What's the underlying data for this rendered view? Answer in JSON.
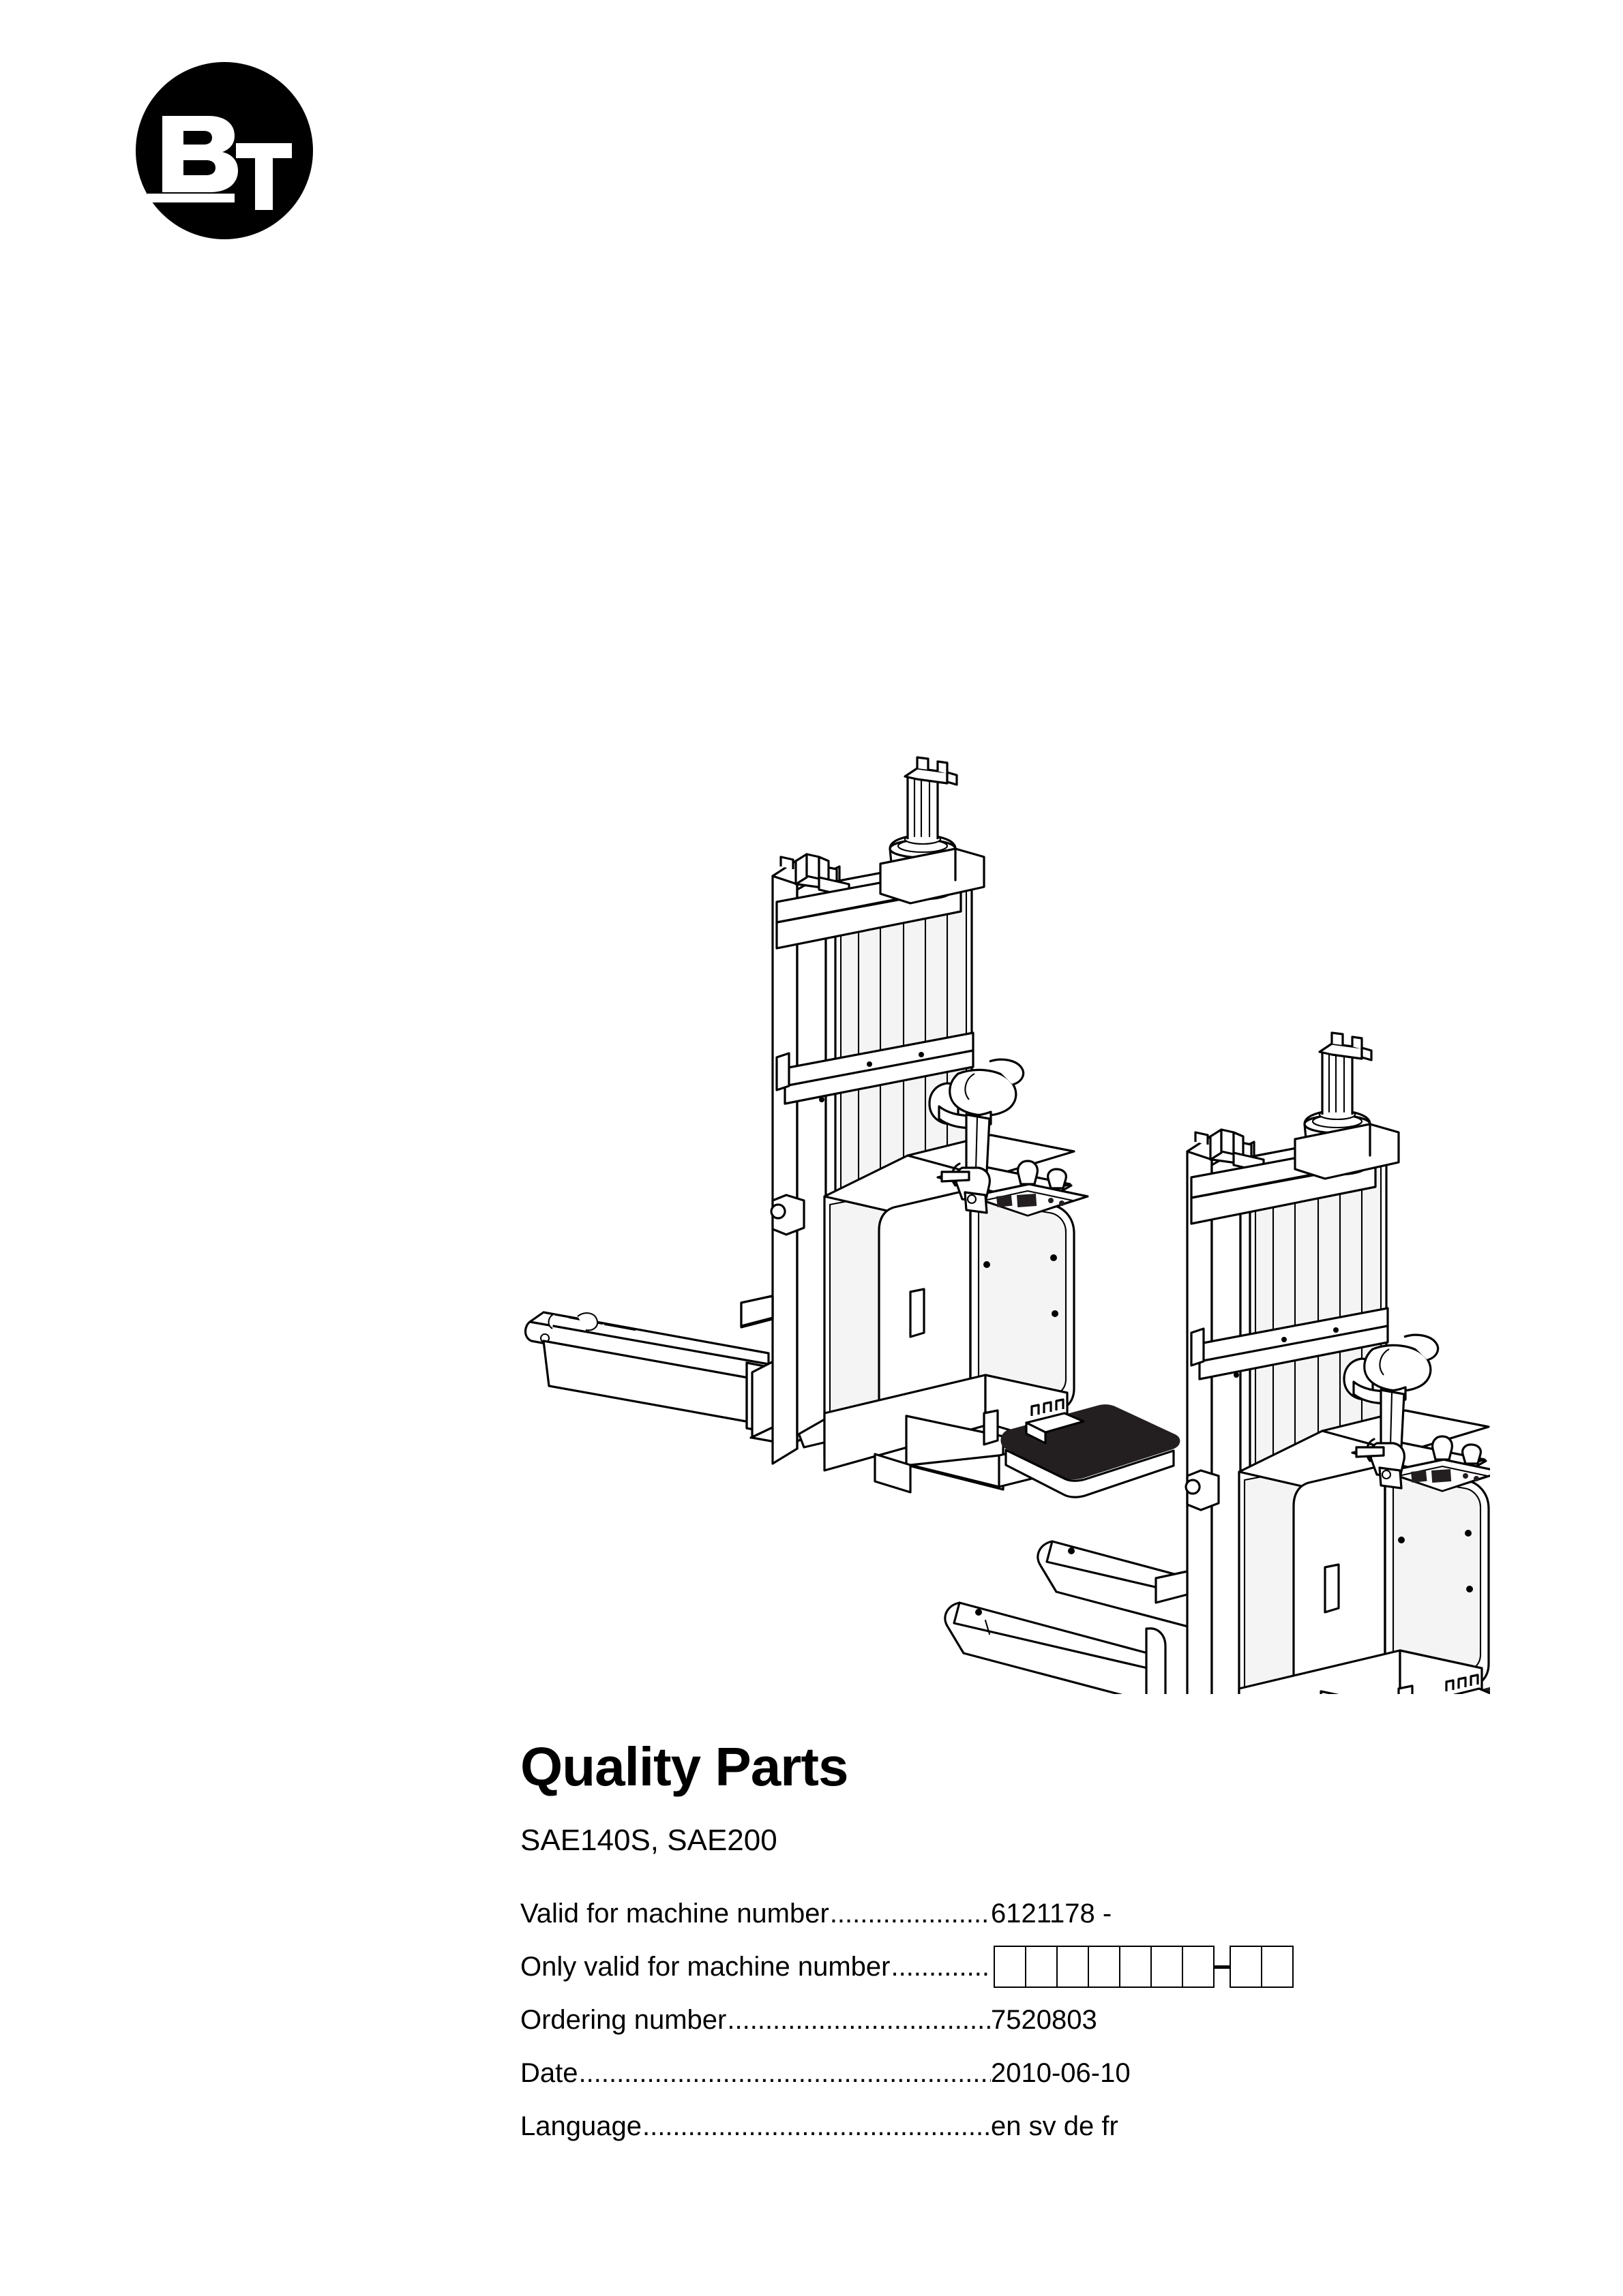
{
  "brand": {
    "logo_name": "bt-logo",
    "letters": [
      "B",
      "T"
    ],
    "logo_color": "#000000",
    "logo_mark_color": "#ffffff"
  },
  "illustration": {
    "name": "pallet-stacker-truck-illustration",
    "description": "Two electric pallet stacker trucks shown in isometric line drawing",
    "platform_color": "#231f20",
    "line_color": "#000000"
  },
  "title_block": {
    "title": "Quality Parts",
    "models": "SAE140S, SAE200"
  },
  "spec_rows": [
    {
      "label": "Valid for machine number",
      "value": "6121178 -",
      "type": "text"
    },
    {
      "label": "Only valid for machine number",
      "value": "",
      "type": "boxes",
      "boxes_before_dash": 7,
      "boxes_after_dash": 2
    },
    {
      "label": "Ordering number ",
      "value": "7520803",
      "type": "text"
    },
    {
      "label": "Date ",
      "value": "2010-06-10",
      "type": "text"
    },
    {
      "label": "Language",
      "value": "en sv de fr",
      "type": "text",
      "indented": true
    }
  ]
}
